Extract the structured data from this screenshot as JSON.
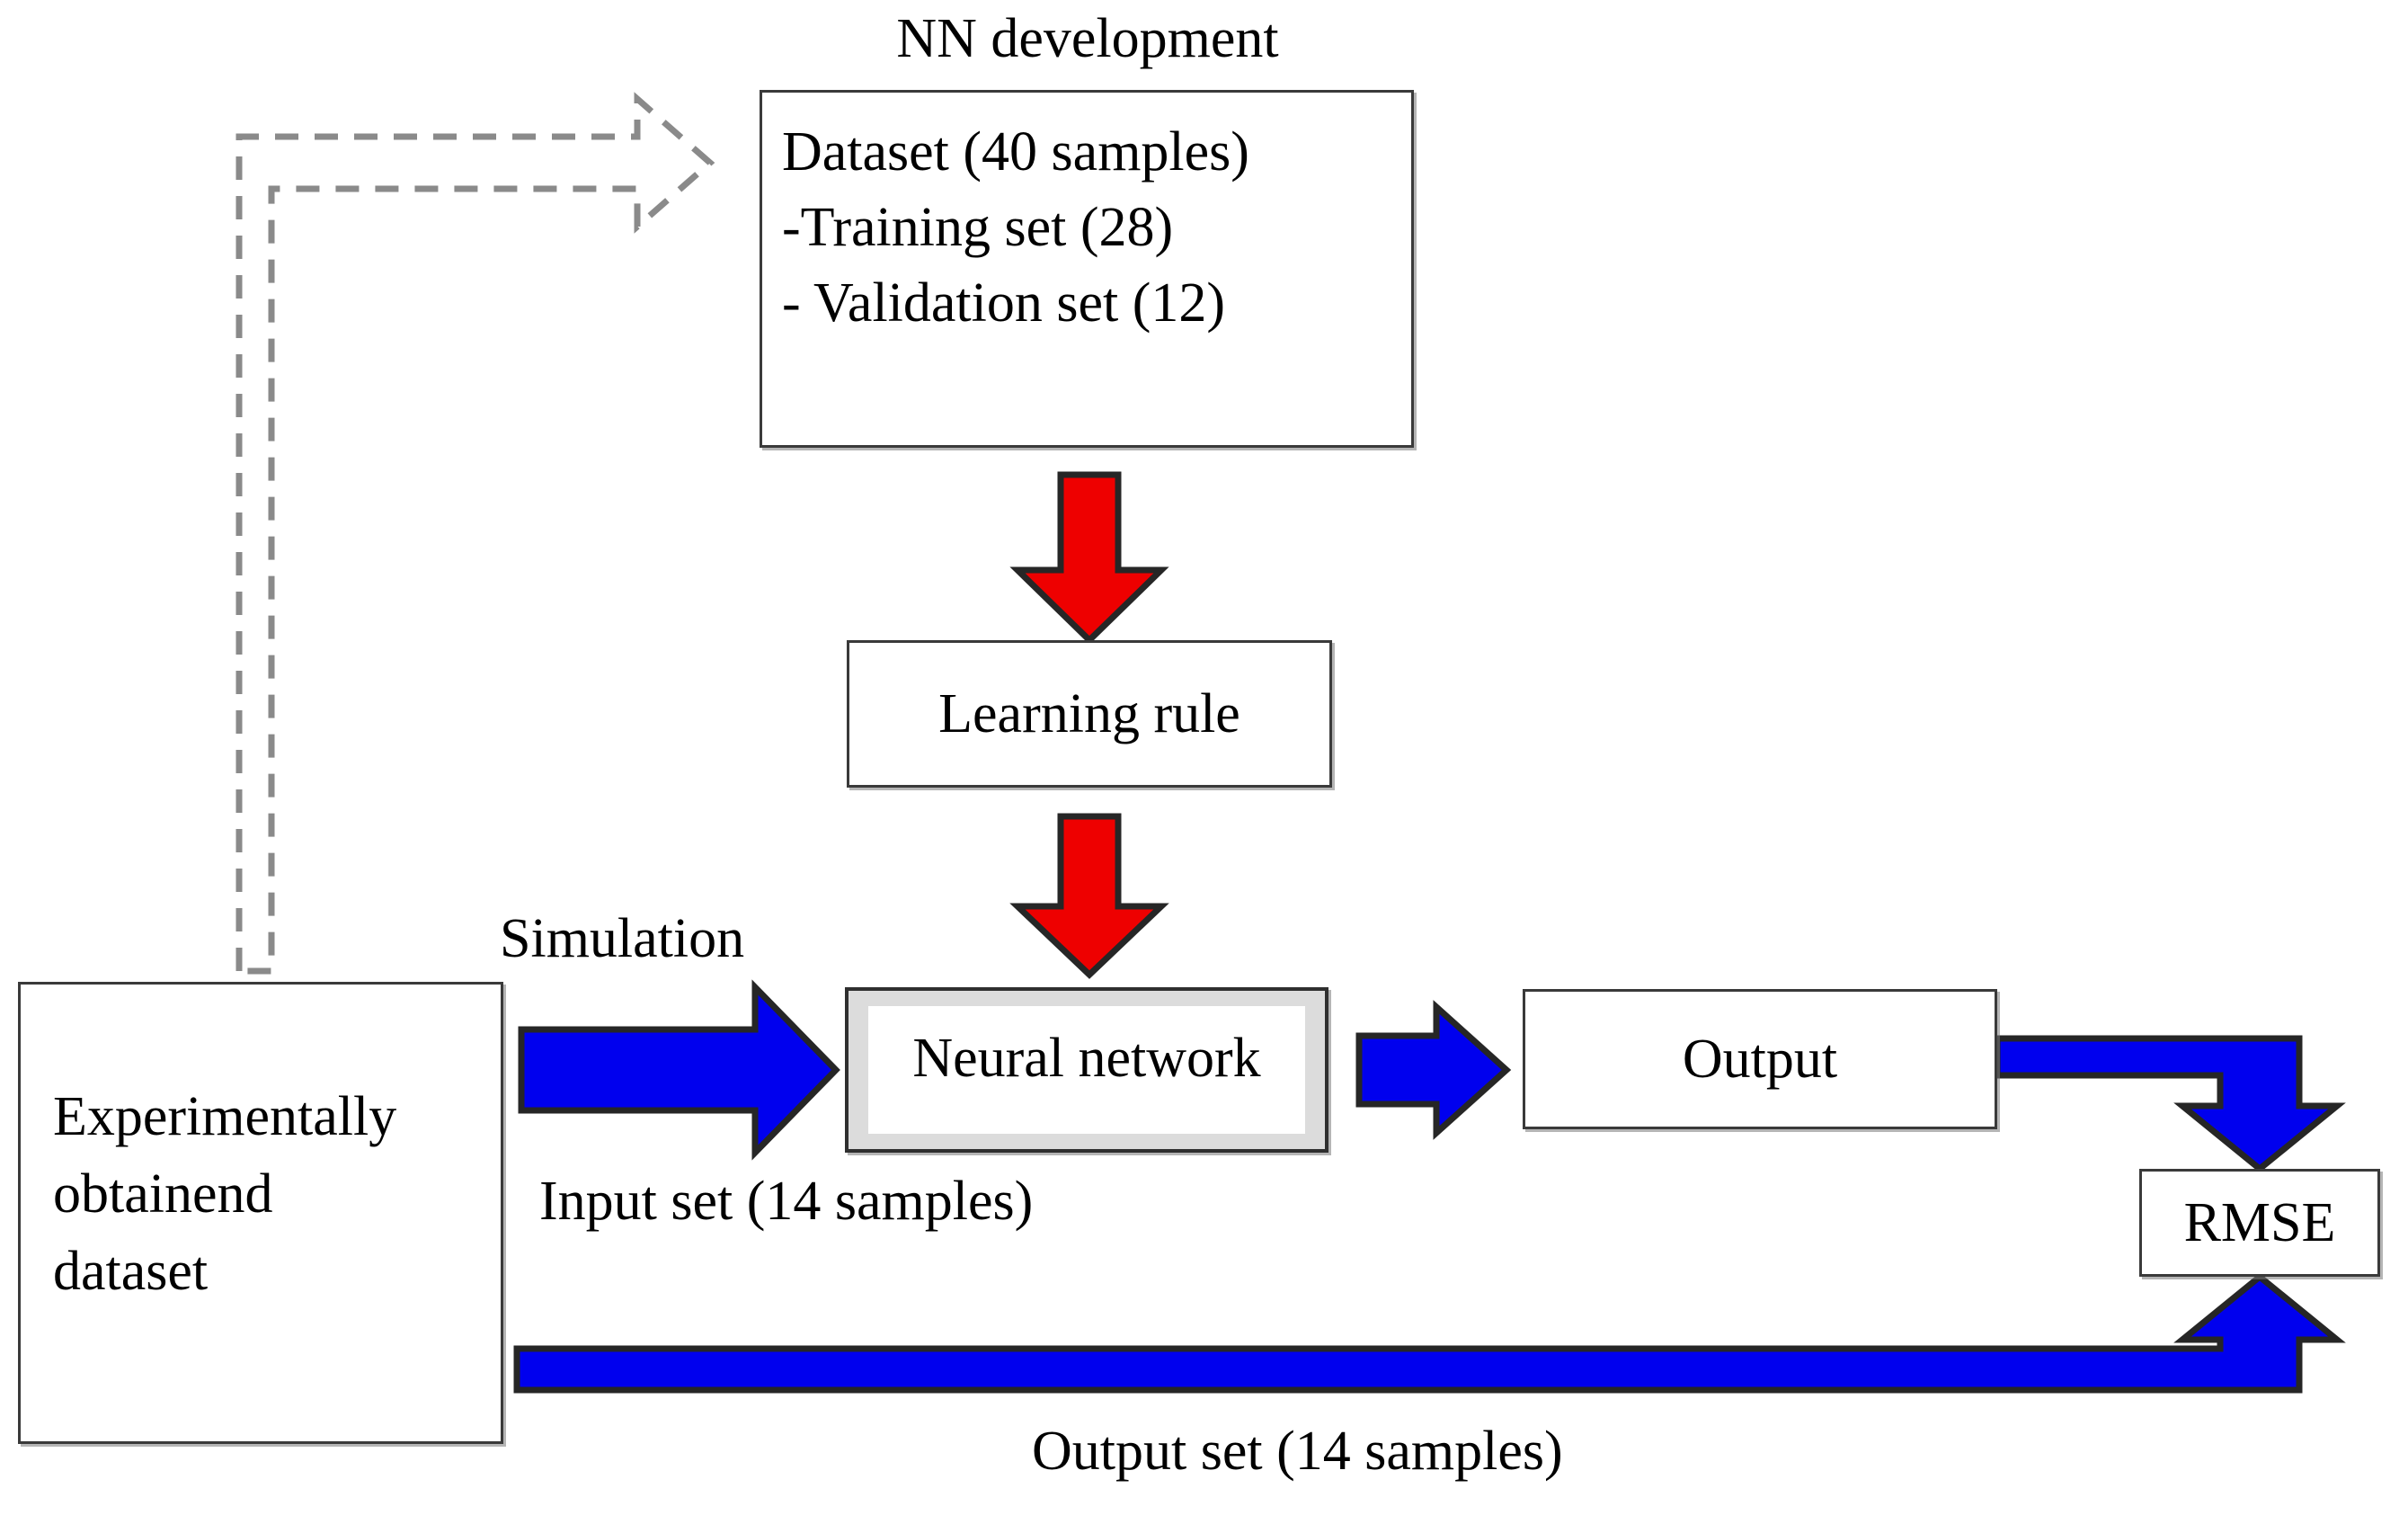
{
  "diagram": {
    "title": "NN development",
    "colors": {
      "arrow_blue": "#0000ee",
      "arrow_red": "#ee0000",
      "box_border": "#3a3a3a",
      "box_fill": "#ffffff",
      "nn_frame_fill": "#dcdcdc",
      "dashed_arrow": "#808080"
    },
    "nodes": {
      "dataset": {
        "label": "Dataset (40 samples)\n-Training set (28)\n- Validation set (12)"
      },
      "learning_rule": {
        "label": "Learning rule"
      },
      "neural_network": {
        "label": "Neural network"
      },
      "output": {
        "label": "Output"
      },
      "rmse": {
        "label": "RMSE"
      },
      "experimental_dataset": {
        "label": "Experimentally\nobtainend\ndataset"
      }
    },
    "labels": {
      "simulation": "Simulation",
      "input_set": "Input set (14 samples)",
      "output_set": "Output set (14 samples)"
    },
    "edges": [
      {
        "name": "feedback-dashed-arrow",
        "from": "experimental-dataset",
        "to": "dataset",
        "style": "dashed-hollow-block-arrow"
      },
      {
        "name": "dataset-to-learning-rule",
        "from": "dataset",
        "to": "learning_rule",
        "style": "red-block-arrow-down"
      },
      {
        "name": "learning-rule-to-neural-network",
        "from": "learning_rule",
        "to": "neural_network",
        "style": "red-block-arrow-down"
      },
      {
        "name": "experimental-to-neural-network",
        "from": "experimental_dataset",
        "to": "neural_network",
        "style": "blue-block-arrow-right"
      },
      {
        "name": "neural-network-to-output",
        "from": "neural_network",
        "to": "output",
        "style": "blue-block-arrow-right"
      },
      {
        "name": "output-to-rmse",
        "from": "output",
        "to": "rmse",
        "style": "blue-elbow-arrow-down"
      },
      {
        "name": "experimental-to-rmse",
        "from": "experimental_dataset",
        "to": "rmse",
        "style": "blue-elbow-arrow-up"
      }
    ]
  }
}
